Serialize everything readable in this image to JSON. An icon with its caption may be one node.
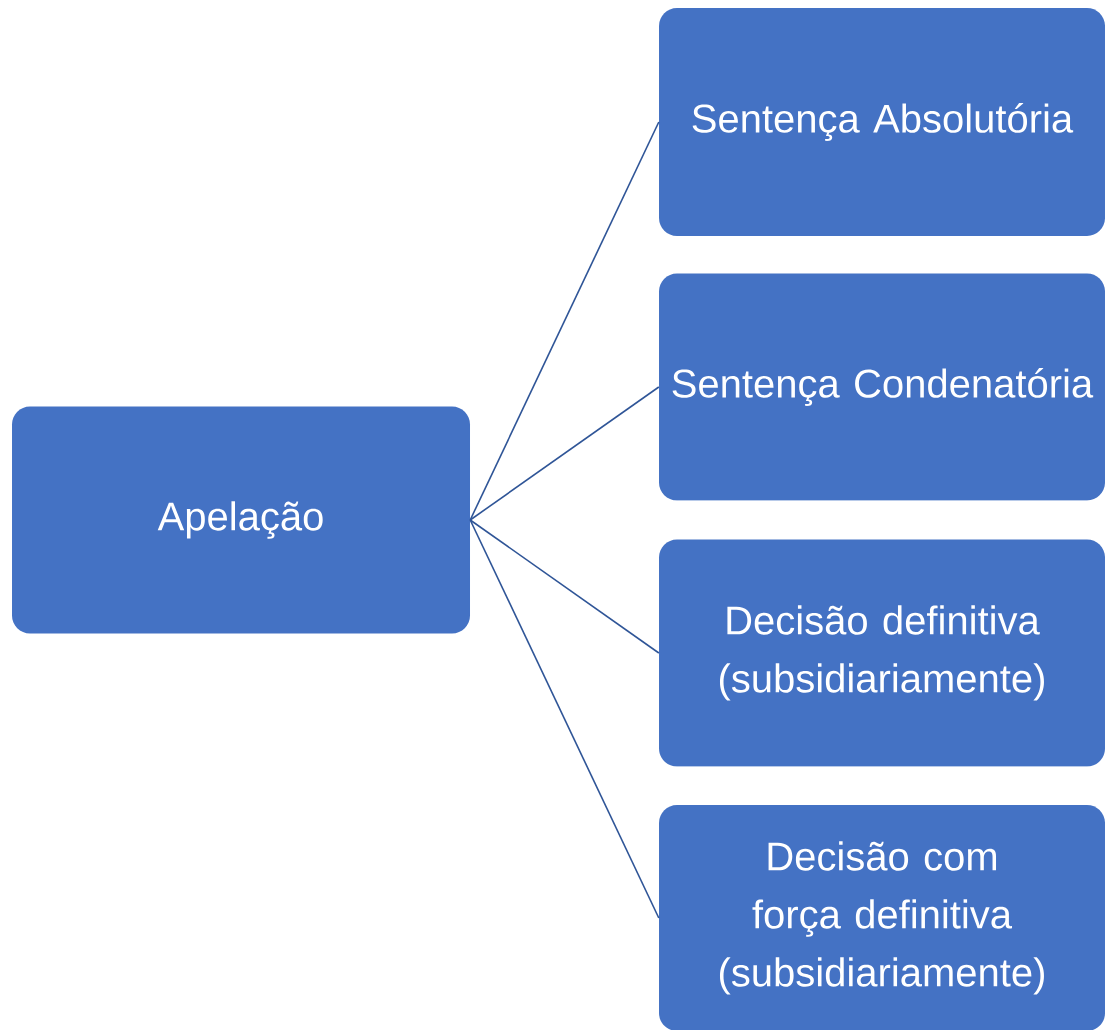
{
  "diagram": {
    "nodes": [
      {
        "text": [
          "Apelação"
        ]
      },
      {
        "text": [
          "Sentença Absolutória"
        ]
      },
      {
        "text": [
          "Sentença Condenatória"
        ]
      },
      {
        "text": [
          "Decisão definitiva (subsidiariamente)"
        ]
      },
      {
        "text": [
          "Decisão com força definitiva (subsidiariamente)"
        ]
      }
    ],
    "edges": [
      {
        "from": 0,
        "to": 1,
        "arrow": "none"
      },
      {
        "from": 0,
        "to": 2,
        "arrow": "none"
      },
      {
        "from": 0,
        "to": 3,
        "arrow": "none"
      },
      {
        "from": 0,
        "to": 4,
        "arrow": "none"
      }
    ]
  }
}
